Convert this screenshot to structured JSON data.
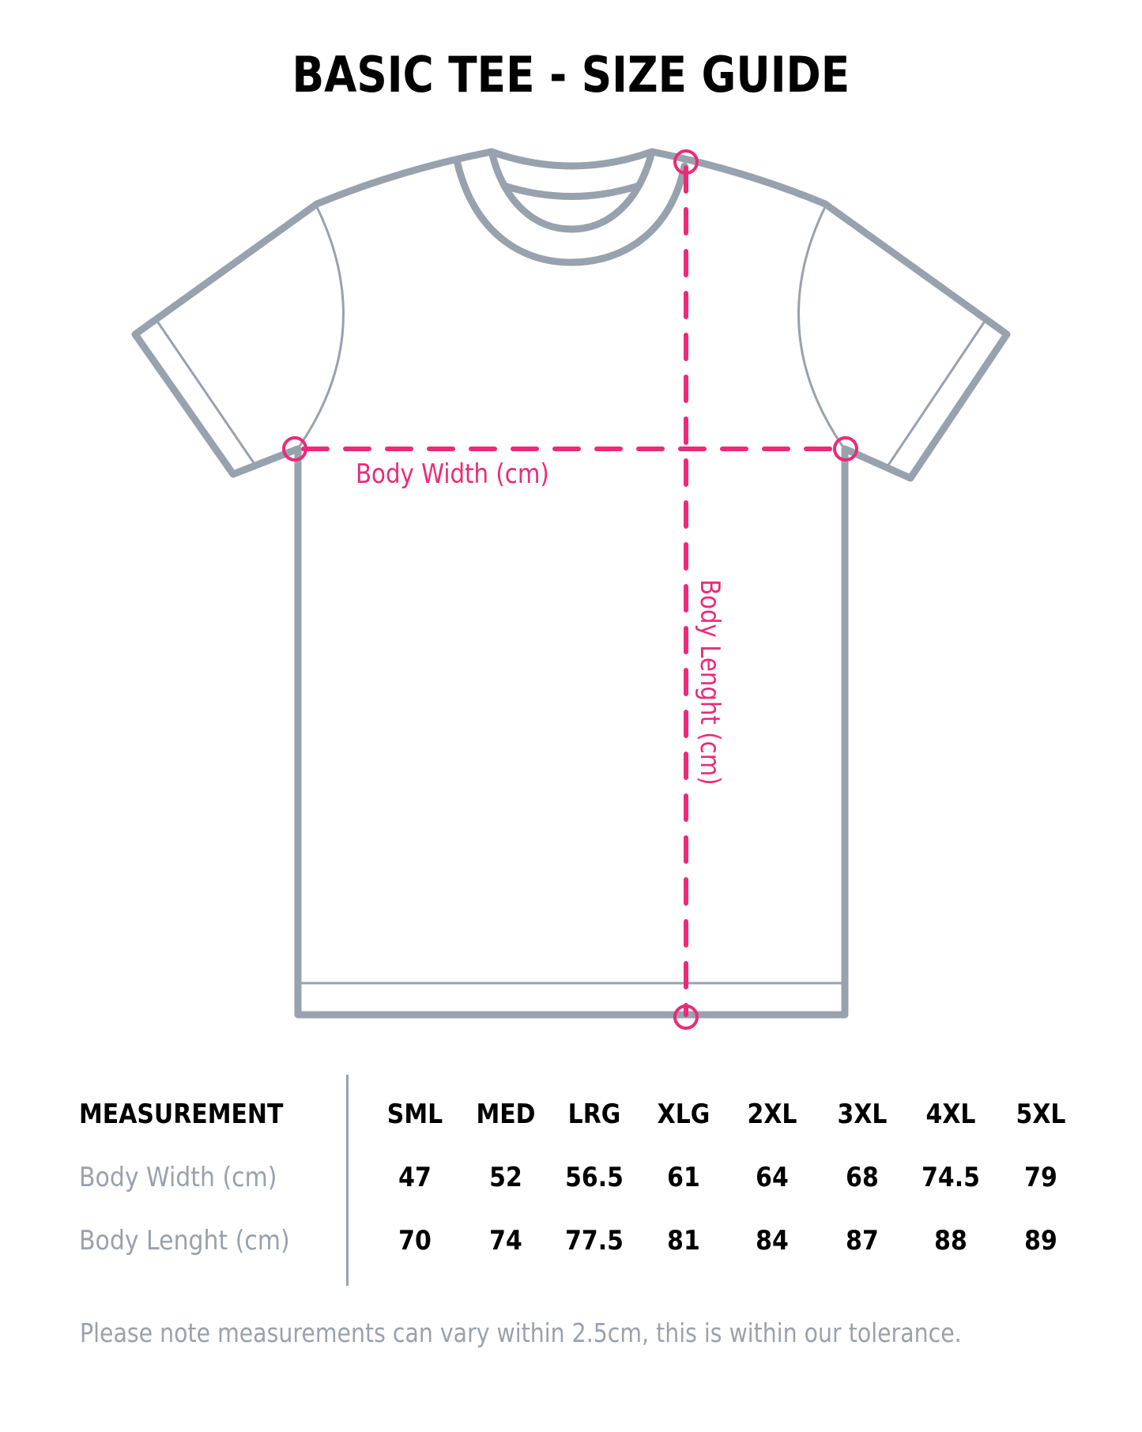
{
  "title": "BASIC TEE - SIZE GUIDE",
  "colors": {
    "outline": "#98A2AE",
    "measure": "#EC2A78",
    "text": "#000000",
    "muted": "#98A2AE"
  },
  "diagram": {
    "garment": "t-shirt-outline",
    "body_width_label": "Body Width (cm)",
    "body_length_label": "Body Lenght (cm)",
    "markers": [
      "left-armpit-marker",
      "right-armpit-marker",
      "shoulder-top-marker",
      "hem-bottom-marker"
    ]
  },
  "table": {
    "header_label": "MEASUREMENT",
    "sizes": [
      "SML",
      "MED",
      "LRG",
      "XLG",
      "2XL",
      "3XL",
      "4XL",
      "5XL"
    ],
    "rows": [
      {
        "label": "Body Width (cm)",
        "values": [
          "47",
          "52",
          "56.5",
          "61",
          "64",
          "68",
          "74.5",
          "79"
        ]
      },
      {
        "label": "Body Lenght (cm)",
        "values": [
          "70",
          "74",
          "77.5",
          "81",
          "84",
          "87",
          "88",
          "89"
        ]
      }
    ]
  },
  "footer_note": "Please note measurements can vary within 2.5cm, this is within our tolerance."
}
